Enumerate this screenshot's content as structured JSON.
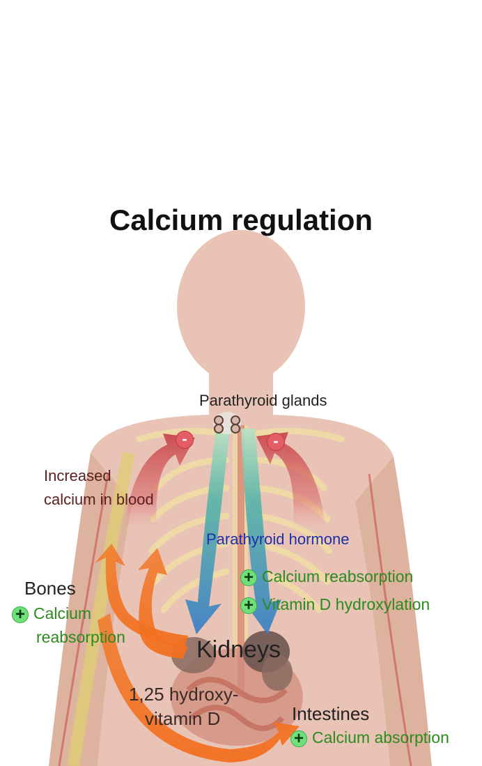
{
  "title": "Calcium regulation",
  "labels": {
    "parathyroid_glands": "Parathyroid glands",
    "increased_calcium_line1": "Increased",
    "increased_calcium_line2": "calcium in blood",
    "parathyroid_hormone": "Parathyroid hormone",
    "bones": "Bones",
    "bones_effect_line1": "Calcium",
    "bones_effect_line2": "reabsorption",
    "kidneys": "Kidneys",
    "kidney_effect_1": "Calcium reabsorption",
    "kidney_effect_2": "Vitamin D hydroxylation",
    "vitamin_line1": "1,25 hydroxy-",
    "vitamin_line2": "vitamin D",
    "intestines": "Intestines",
    "intestines_effect": "Calcium absorption"
  },
  "symbols": {
    "stimulate": "+",
    "inhibit": "-"
  },
  "colors": {
    "body": "#e8c3b6",
    "feedback_arrow": "#c8474b",
    "hormone_arrow": "#3f80c5",
    "vitamin_arrow": "#f26f1f",
    "stimulate_badge": "#6fe07a",
    "inhibit_badge": "#e35d66"
  }
}
